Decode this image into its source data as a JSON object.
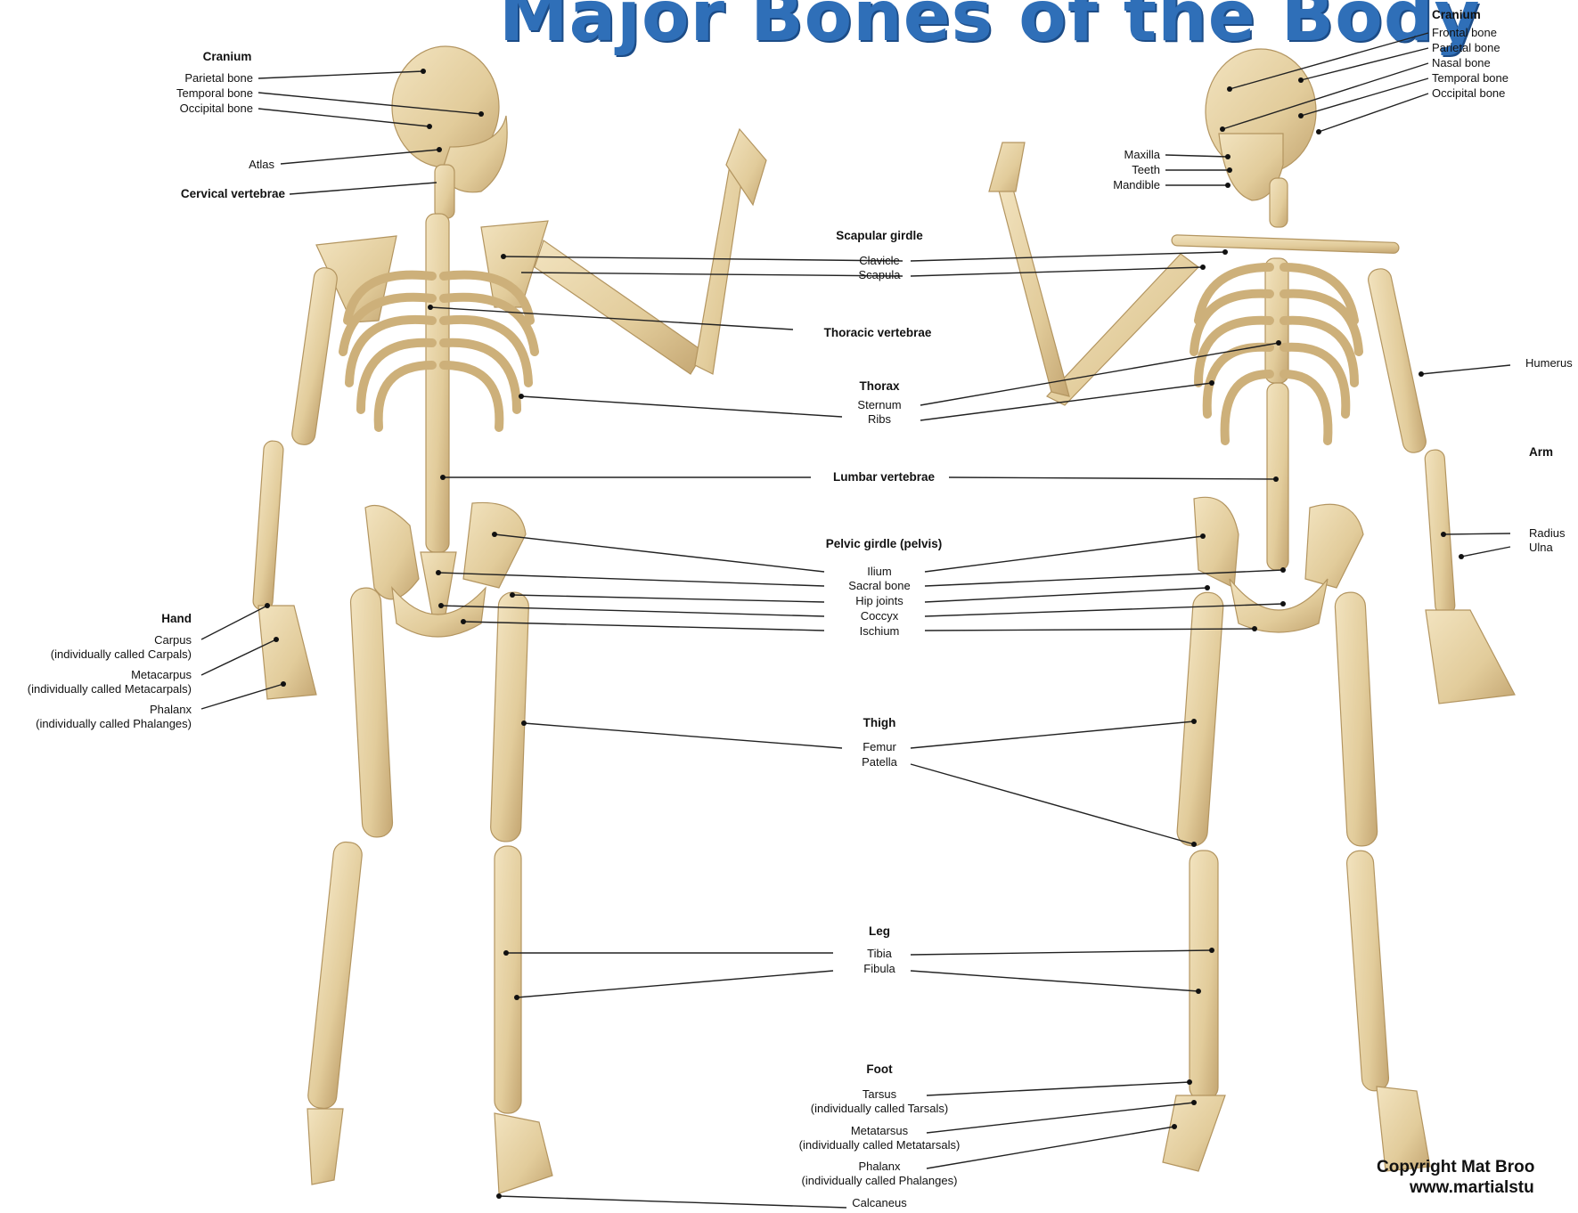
{
  "title": "Major Bones of the Body",
  "copyright": {
    "line1": "Copyright Mat Broo",
    "line2": "www.martialstu"
  },
  "colors": {
    "title": "#2f6fb8",
    "bone": "#e6d1a3",
    "bone_shadow": "#b99a63",
    "leader": "#222222"
  },
  "left_labels": {
    "cranium": "Cranium",
    "parietal": "Parietal bone",
    "temporal": "Temporal bone",
    "occipital": "Occipital bone",
    "atlas": "Atlas",
    "cervical": "Cervical vertebrae",
    "hand": "Hand",
    "carpus": "Carpus",
    "carpus_note": "(individually called Carpals)",
    "metacarpus": "Metacarpus",
    "metacarpus_note": "(individually called Metacarpals)",
    "phalanx": "Phalanx",
    "phalanx_note": "(individually called Phalanges)"
  },
  "center_labels": {
    "scapular": "Scapular girdle",
    "clavicle": "Clavicle",
    "scapula": "Scapula",
    "thoracic": "Thoracic vertebrae",
    "thorax": "Thorax",
    "sternum": "Sternum",
    "ribs": "Ribs",
    "lumbar": "Lumbar vertebrae",
    "pelvic": "Pelvic girdle (pelvis)",
    "ilium": "Ilium",
    "sacral": "Sacral bone",
    "hip": "Hip joints",
    "coccyx": "Coccyx",
    "ischium": "Ischium",
    "thigh": "Thigh",
    "femur": "Femur",
    "patella": "Patella",
    "leg": "Leg",
    "tibia": "Tibia",
    "fibula": "Fibula",
    "foot": "Foot",
    "tarsus": "Tarsus",
    "tarsus_note": "(individually called Tarsals)",
    "metatarsus": "Metatarsus",
    "metatarsus_note": "(individually called Metatarsals)",
    "phalanx": "Phalanx",
    "phalanx_note": "(individually called Phalanges)",
    "calcaneus": "Calcaneus"
  },
  "right_labels": {
    "cranium": "Cranium",
    "frontal": "Frontal bone",
    "parietal": "Parietal bone",
    "nasal": "Nasal bone",
    "temporal": "Temporal bone",
    "occipital": "Occipital bone",
    "maxilla": "Maxilla",
    "teeth": "Teeth",
    "mandible": "Mandible",
    "humerus": "Humerus",
    "arm": "Arm",
    "radius": "Radius",
    "ulna": "Ulna"
  }
}
